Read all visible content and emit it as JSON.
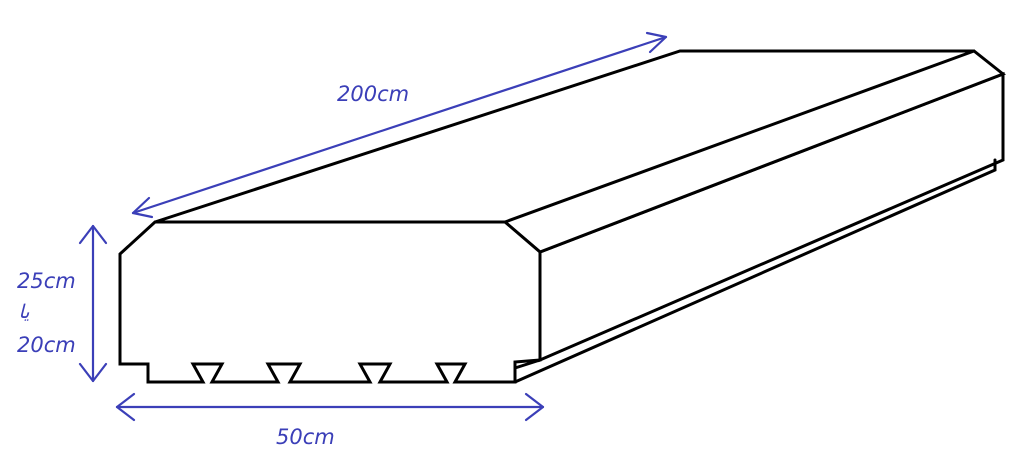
{
  "dimensions": {
    "length": "200cm",
    "height_primary": "25cm",
    "height_separator": "یا",
    "height_secondary": "20cm",
    "width": "50cm"
  },
  "colors": {
    "outline": "#000000",
    "dimension": "#3b3fb8",
    "background": "#ffffff"
  }
}
